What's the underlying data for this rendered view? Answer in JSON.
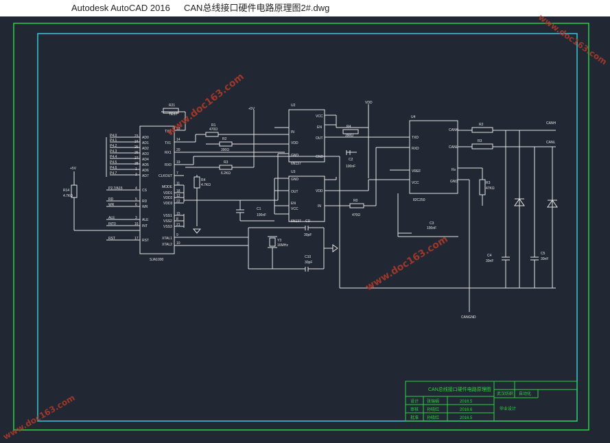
{
  "window": {
    "app_title": "Autodesk AutoCAD 2016",
    "file_title": "CAN总线接口硬件电路原理图2#.dwg"
  },
  "watermark": {
    "text": "www.doc163.com",
    "color": "#b23a2a"
  },
  "colors": {
    "background": "#222833",
    "frame_outer": "#29d447",
    "frame_inner": "#39c8d4",
    "wire": "#e6e6e6",
    "title_text": "#2ad640"
  },
  "chips": {
    "sja1000": {
      "name": "SJA1000",
      "left_pins": [
        {
          "label": "AD0",
          "num": "23"
        },
        {
          "label": "AD1",
          "num": "24"
        },
        {
          "label": "AD2",
          "num": "25"
        },
        {
          "label": "AD3",
          "num": "26"
        },
        {
          "label": "AD4",
          "num": "27"
        },
        {
          "label": "AD5",
          "num": "28"
        },
        {
          "label": "AD6",
          "num": "1"
        },
        {
          "label": "AD7",
          "num": "2"
        },
        {
          "label": "CS",
          "num": "4"
        },
        {
          "label": "RD",
          "num": "5"
        },
        {
          "label": "WR",
          "num": "6"
        },
        {
          "label": "ALE",
          "num": "3"
        },
        {
          "label": "INT",
          "num": "16"
        },
        {
          "label": "RST",
          "num": "17"
        }
      ],
      "right_pins": [
        {
          "label": "TX0",
          "num": "13"
        },
        {
          "label": "TX1",
          "num": "14"
        },
        {
          "label": "RX1",
          "num": "20"
        },
        {
          "label": "RX0",
          "num": "19"
        },
        {
          "label": "CLKOUT",
          "num": "7"
        },
        {
          "label": "MODE",
          "num": "11"
        },
        {
          "label": "VDD1",
          "num": "18"
        },
        {
          "label": "VDD2",
          "num": "12"
        },
        {
          "label": "VDD3",
          "num": "22"
        },
        {
          "label": "VSS1",
          "num": "15"
        },
        {
          "label": "VSS2",
          "num": "8"
        },
        {
          "label": "VSS3",
          "num": "21"
        },
        {
          "label": "XTAL1",
          "num": "9"
        },
        {
          "label": "XTAL2",
          "num": "10"
        }
      ]
    },
    "u2": {
      "name": "U2",
      "part": "6N137",
      "pins_left": [
        "IN",
        "VDD",
        "GND"
      ],
      "pins_right": [
        "VCC",
        "EN",
        "OUT",
        "GND"
      ]
    },
    "u3": {
      "name": "U3",
      "part": "6N137",
      "pins_left": [
        "GND",
        "OUT",
        "EN",
        "VCC"
      ],
      "pins_right": [
        "VDD",
        "IN"
      ]
    },
    "u4": {
      "name": "U4",
      "part": "82C250",
      "pins_left": [
        "TXD",
        "RXD",
        "VREF",
        "VCC"
      ],
      "pins_right": [
        "CANH",
        "CANL",
        "Rs",
        "GND"
      ]
    }
  },
  "port_labels": [
    "P4.0",
    "P4.1",
    "P4.2",
    "P4.3",
    "P4.4",
    "P4.5",
    "P4.6",
    "P4.7",
    "P2.7/A15",
    "RD",
    "WR",
    "ALE",
    "INT0",
    "RST"
  ],
  "components": {
    "r1": {
      "name": "R1",
      "value": "470Ω"
    },
    "r2": {
      "name": "R2",
      "value": "390Ω"
    },
    "r3": {
      "name": "R3",
      "value": "6.2KΩ"
    },
    "r4": {
      "name": "R4",
      "value": "4.7KΩ"
    },
    "r4b": {
      "name": "R4",
      "value": "390Ω"
    },
    "r0": {
      "name": "R0",
      "value": "470Ω"
    },
    "r14": {
      "name": "R14",
      "value": "4.7KΩ"
    },
    "r21": {
      "name": "R21",
      "value": "TEST"
    },
    "rr": {
      "name": "R3",
      "value": "47KΩ"
    },
    "r2b": {
      "name": "R2"
    },
    "r3b": {
      "name": "R3"
    },
    "c1": {
      "name": "C1",
      "value": "100nF"
    },
    "c2": {
      "name": "C2",
      "value": "100nF"
    },
    "c3": {
      "name": "C3",
      "value": "100nF"
    },
    "c4": {
      "name": "C4",
      "value": "30nF"
    },
    "c5": {
      "name": "C5",
      "value": "30nF"
    },
    "cd": {
      "name": "CD",
      "value": "30pF"
    },
    "c10": {
      "name": "C10",
      "value": "30pF"
    },
    "y3": {
      "name": "Y3",
      "value": "16MHz"
    }
  },
  "nets": {
    "vdd": "VDD",
    "plus5v": "+5V",
    "plus5v_b": "+5V",
    "canh": "CANH",
    "canl": "CANL",
    "cangnd": "CANGND"
  },
  "title_block": {
    "title": "CAN总线接口硬件电路原理图",
    "school": "武汉纺织",
    "major": "自动化",
    "project": "毕业设计",
    "rows": [
      {
        "role": "设计",
        "name": "张瑞娟",
        "date": "2016.5"
      },
      {
        "role": "审核",
        "name": "孙晓红",
        "date": "2016.6"
      },
      {
        "role": "批准",
        "name": "孙晓红",
        "date": "2016.5"
      }
    ]
  }
}
